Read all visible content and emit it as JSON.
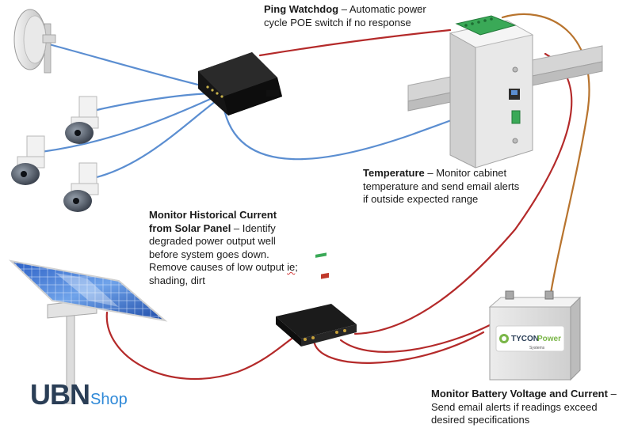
{
  "callouts": {
    "ping": {
      "title": "Ping Watchdog",
      "body": "Automatic power cycle POE switch if no response"
    },
    "temperature": {
      "title": "Temperature",
      "body": "Monitor cabinet temperature and send email alerts if outside expected range"
    },
    "solar": {
      "title": "Monitor Historical Current from Solar Panel",
      "body_before": "Identify degraded power output well before system goes down. Remove causes of low output ",
      "body_misspelled": "ie",
      "body_after": "; shading, dirt"
    },
    "battery": {
      "title": "Monitor Battery Voltage and Current",
      "body": "Send email alerts if readings exceed desired specifications"
    }
  },
  "battery_label": {
    "brand_part1": "TYCON",
    "brand_part2": "Power",
    "sub": "Systems"
  },
  "logo": {
    "main": "UBN",
    "sub": "Shop"
  },
  "colors": {
    "power_wire": "#b42a2a",
    "data_wire": "#5b8ed1",
    "sense_wire": "#b8742e",
    "logo_dark": "#2a3e56",
    "logo_blue": "#2f89d8"
  }
}
